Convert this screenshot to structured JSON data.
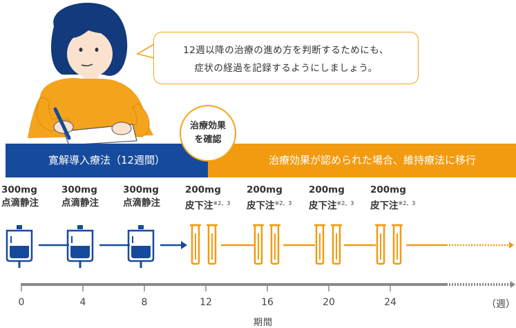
{
  "speech_bubble": {
    "line1": "12週以降の治療の進め方を判断するためにも、",
    "line2": "症状の経過を記録するようにしましょう。"
  },
  "checkpoint": {
    "line1": "治療効果",
    "line2": "を確認"
  },
  "phases": {
    "induction": "寛解導入療法（12週間）",
    "maintenance": "治療効果が認められた場合、維持療法に移行"
  },
  "doses": [
    {
      "amount": "300mg",
      "route": "点滴静注",
      "note": ""
    },
    {
      "amount": "300mg",
      "route": "点滴静注",
      "note": ""
    },
    {
      "amount": "300mg",
      "route": "点滴静注",
      "note": ""
    },
    {
      "amount": "200mg",
      "route": "皮下注",
      "note": "※2、3"
    },
    {
      "amount": "200mg",
      "route": "皮下注",
      "note": "※2、3"
    },
    {
      "amount": "200mg",
      "route": "皮下注",
      "note": "※2、3"
    },
    {
      "amount": "200mg",
      "route": "皮下注",
      "note": "※2、3"
    }
  ],
  "timeline": {
    "ticks": [
      "0",
      "4",
      "8",
      "12",
      "16",
      "20",
      "24"
    ],
    "unit": "（週）",
    "axis_title": "期間"
  },
  "colors": {
    "navy": "#164a9c",
    "orange": "#f29b10",
    "grey": "#888888"
  }
}
